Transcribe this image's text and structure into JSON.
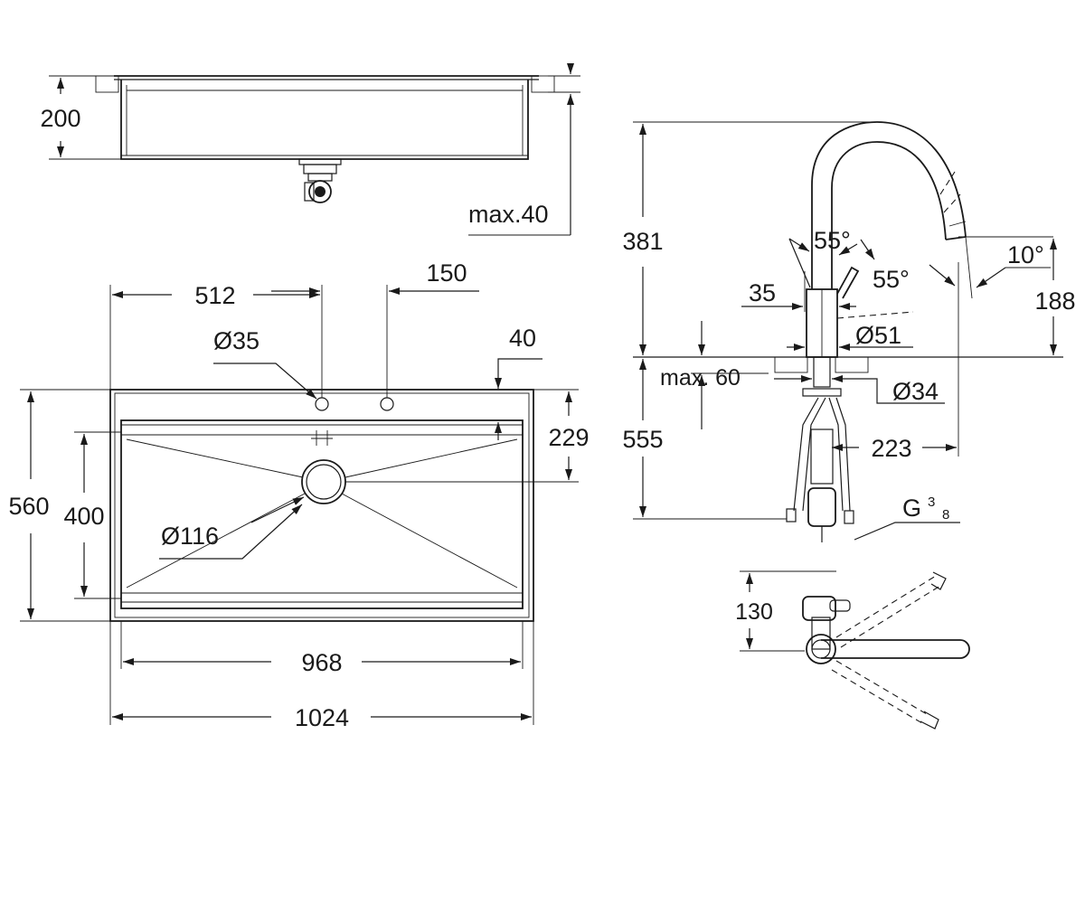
{
  "sink_side_view": {
    "depth": "200",
    "max_thickness": "max.40"
  },
  "sink_top_view": {
    "tap_offset": "512",
    "hole_spacing": "150",
    "tap_hole_diameter": "Ø35",
    "rim_offset": "40",
    "drain_offset": "229",
    "overall_depth": "560",
    "bowl_depth": "400",
    "drain_diameter": "Ø116",
    "bowl_width": "968",
    "overall_width": "1024"
  },
  "faucet_side_view": {
    "height": "381",
    "spout_angle": "55°",
    "lever_angle": "55°",
    "head_angle": "10°",
    "spout_height": "188",
    "lever_offset": "35",
    "body_diameter": "Ø51",
    "max_worktop": "max. 60",
    "hole_diameter": "Ø34",
    "below_worktop": "555",
    "reach": "223",
    "connection": "G",
    "connection_num": "3",
    "connection_den": "8"
  },
  "faucet_top_view": {
    "offset": "130"
  }
}
